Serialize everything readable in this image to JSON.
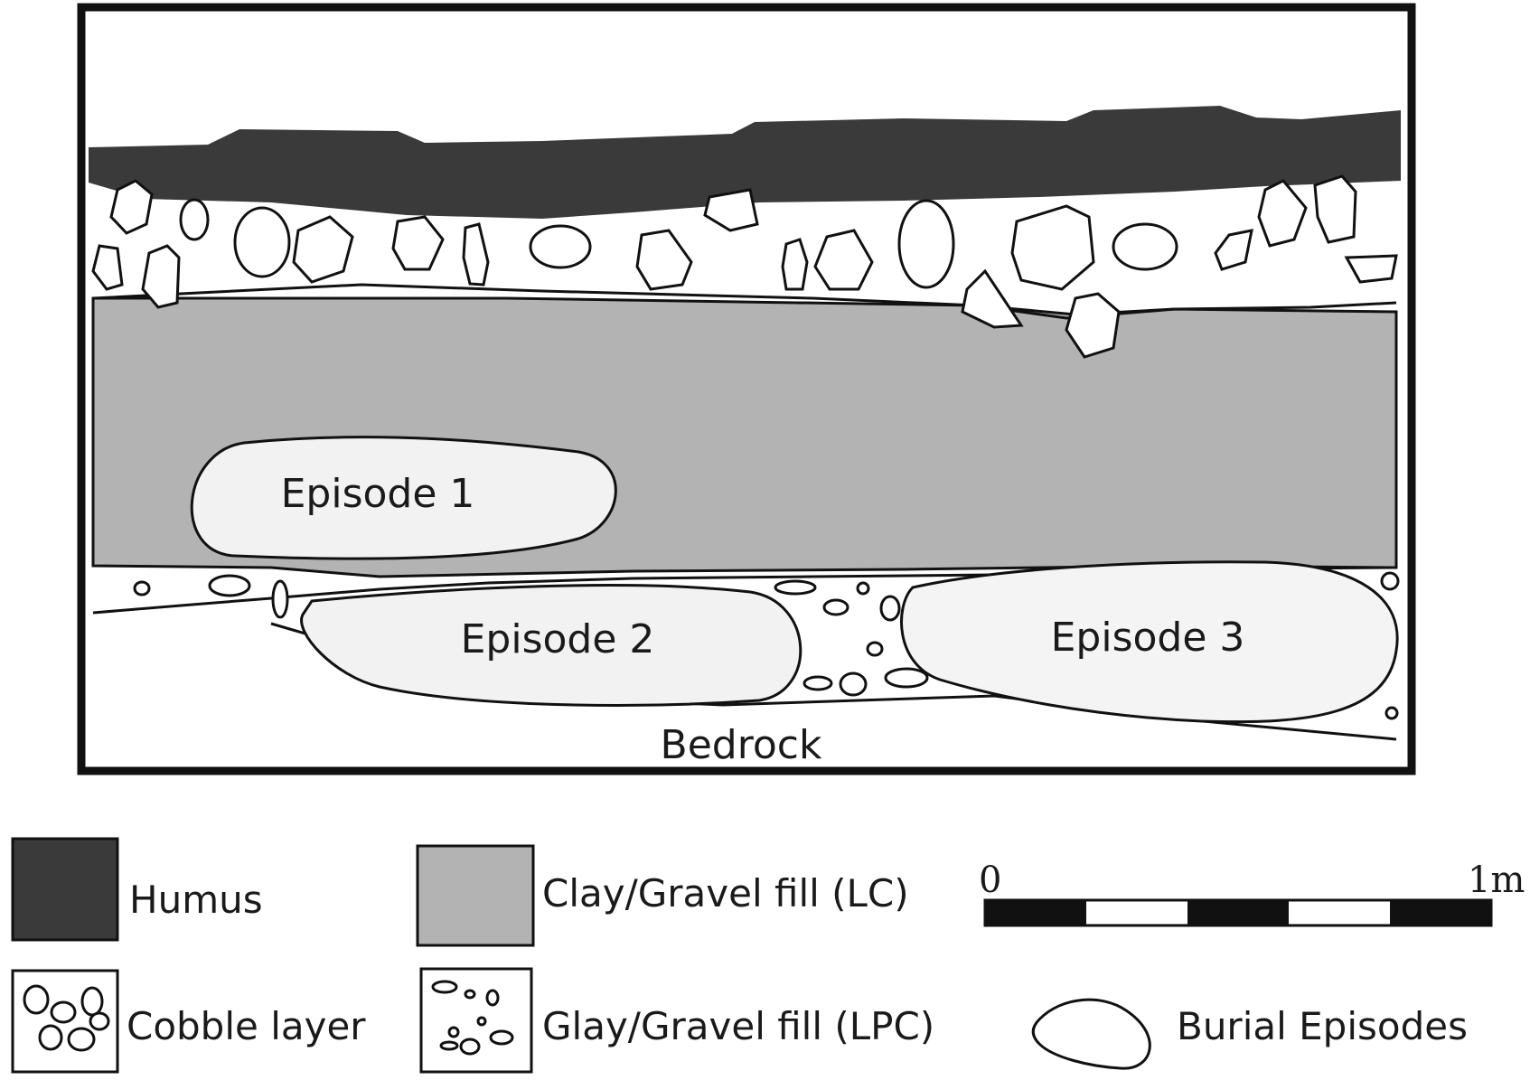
{
  "section": {
    "episodes": [
      "Episode 1",
      "Episode 2",
      "Episode 3"
    ],
    "bedrock_label": "Bedrock"
  },
  "legend": {
    "humus": "Humus",
    "clay_gravel_lc": "Clay/Gravel fill (LC)",
    "cobble": "Cobble layer",
    "clay_gravel_lpc": "Glay/Gravel fill (LPC)",
    "burial": "Burial Episodes"
  },
  "scale": {
    "start": "0",
    "end": "1m"
  },
  "colors": {
    "humus": "#3a3a3a",
    "clay_gravel_lc": "#b3b3b3",
    "episode_fill": "#f2f2f2",
    "outline": "#111111"
  }
}
